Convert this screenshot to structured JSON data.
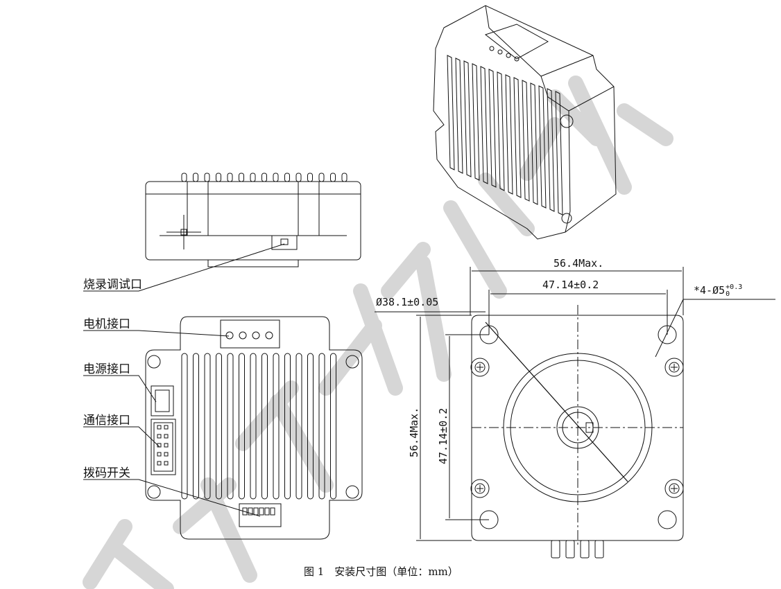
{
  "labels": {
    "burn_debug_port": "烧录调试口",
    "motor_port": "电机接口",
    "power_port": "电源接口",
    "comm_port": "通信接口",
    "dip_switch": "拨码开关"
  },
  "dimensions": {
    "width_max": "56.4Max.",
    "hole_spacing": "47.14±0.2",
    "pilot_diameter": "Ø38.1±0.05",
    "holes": "*4-Ø5",
    "holes_tol_upper": "+0.3",
    "holes_tol_lower": "0",
    "height_max": "56.4Max.",
    "hole_spacing_vertical": "47.14±0.2"
  },
  "caption": "图 1　安装尺寸图（单位：mm）",
  "colors": {
    "line": "#111111",
    "watermark": "#c8c8c8"
  }
}
